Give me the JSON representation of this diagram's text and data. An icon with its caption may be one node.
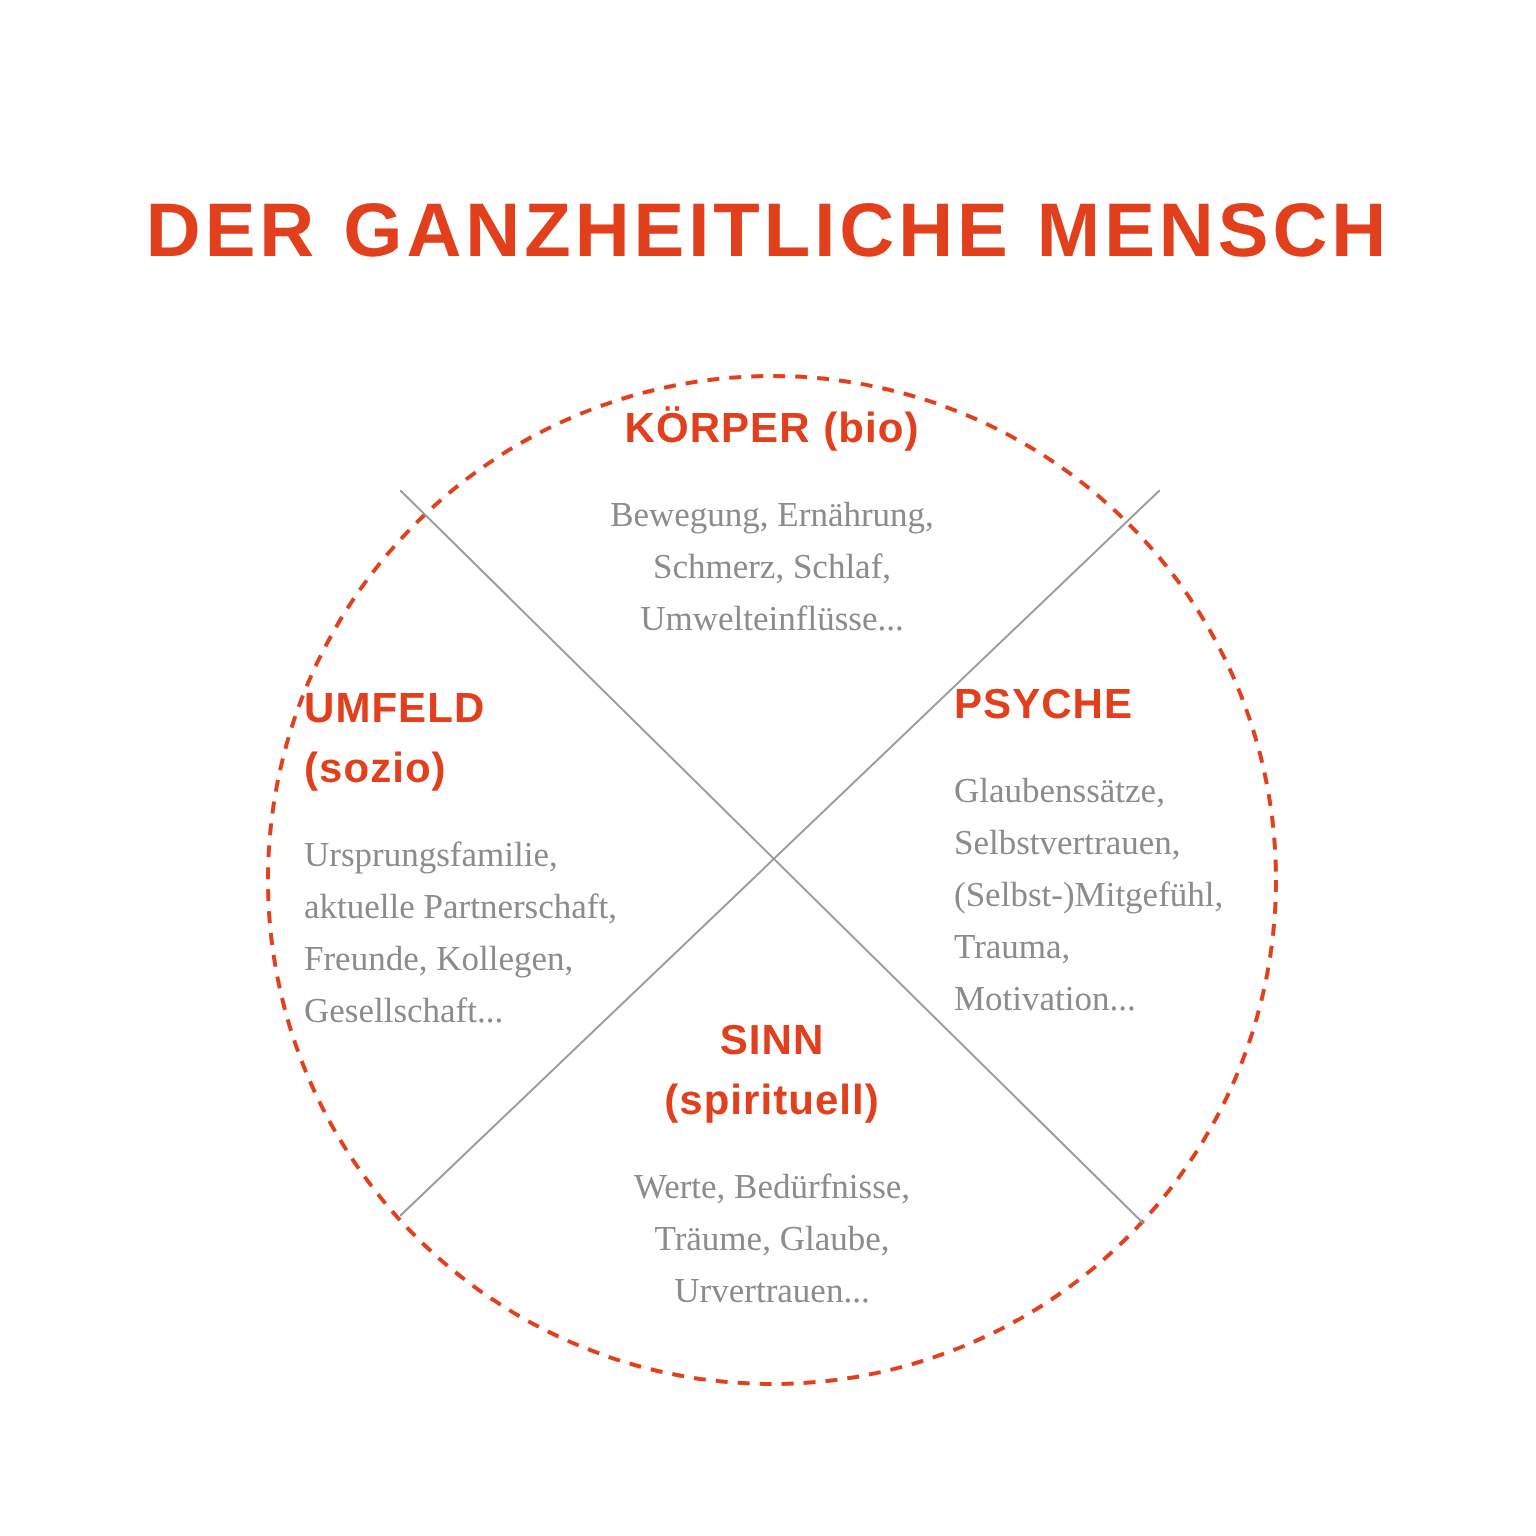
{
  "diagram": {
    "title": "DER GANZHEITLICHE MENSCH",
    "nodes": [
      {
        "text": [],
        "shape": "circle"
      },
      {
        "text": [
          "KÖRPER (bio)",
          "Bewegung, Ernährung, Schmerz, Schlaf, Umwelteinflüsse..."
        ],
        "in": 0
      },
      {
        "text": [
          "UMFELD (sozio)",
          "Ursprungsfamilie, aktuelle Partnerschaft, Freunde, Kollegen, Gesellschaft..."
        ],
        "in": 0
      },
      {
        "text": [
          "PSYCHE",
          "Glaubenssätze, Selbstvertrauen, (Selbst-)Mitgefühl, Trauma, Motivation..."
        ],
        "in": 0
      },
      {
        "text": [
          "SINN (spirituell)",
          "Werte, Bedürfnisse, Träume, Glaube, Urvertrauen..."
        ],
        "in": 0
      }
    ],
    "edges": []
  }
}
